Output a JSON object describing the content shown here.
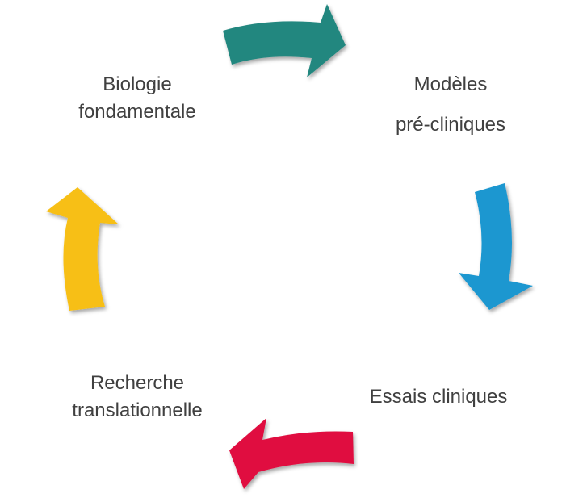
{
  "stages": [
    {
      "label_line1": "Biologie",
      "label_line2": "fondamentale"
    },
    {
      "label_line1": "Modèles",
      "label_line2": "pré-cliniques"
    },
    {
      "label_line1": "Essais cliniques"
    },
    {
      "label_line1": "Recherche",
      "label_line2": "translationnelle"
    }
  ],
  "colors": {
    "teal": "#22877f",
    "blue": "#1a97d0",
    "red": "#e0103f",
    "yellow": "#f7bf12",
    "text": "#404040"
  }
}
